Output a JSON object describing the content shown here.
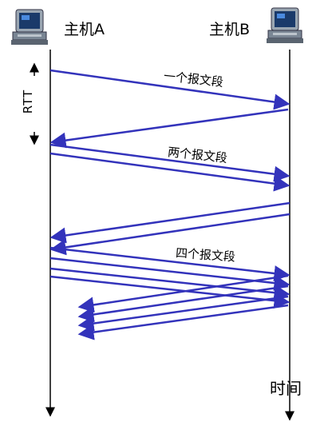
{
  "hosts": {
    "a": "主机A",
    "b": "主机B"
  },
  "rtt": "RTT",
  "time": "时间",
  "segments": {
    "one": "一个报文段",
    "two": "两个报文段",
    "four": "四个报文段"
  },
  "colors": {
    "arrow": "#3333bb",
    "timeline": "#000000"
  },
  "icons": [
    "computer-icon",
    "computer-icon"
  ]
}
